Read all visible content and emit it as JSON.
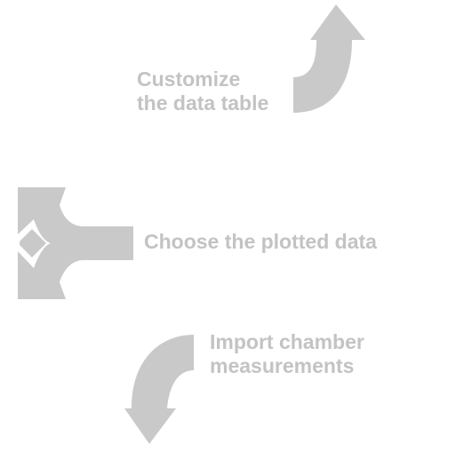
{
  "colors": {
    "arrow": "#c9c9c9",
    "text": "#c3c3c3",
    "background": "#ffffff"
  },
  "labels": {
    "customize": {
      "line1": "Customize",
      "line2": "the data table"
    },
    "choose": {
      "line1": "Choose the plotted data"
    },
    "import": {
      "line1": "Import chamber",
      "line2": "measurements"
    }
  },
  "icons": {
    "top": "curved-arrow-up-icon",
    "middle": "split-arrow-left-icon",
    "bottom": "curved-arrow-down-icon"
  }
}
